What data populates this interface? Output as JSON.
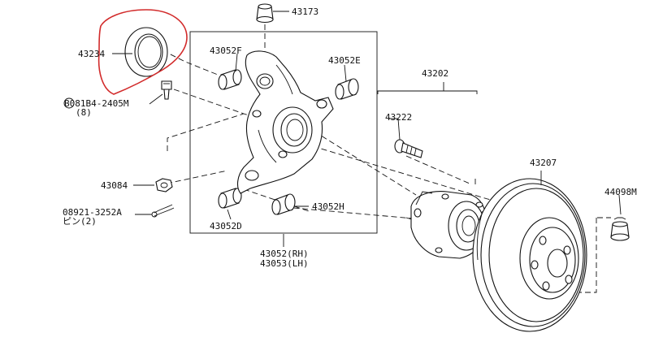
{
  "colors": {
    "highlight": "#d22b2b",
    "line": "#111111"
  },
  "labels": {
    "p43173": "43173",
    "p43234": "43234",
    "p43052F": "43052F",
    "p43052E": "43052E",
    "p43202": "43202",
    "bolt_line1": "B081B4-2405M",
    "bolt_line2": "(8)",
    "p43222": "43222",
    "p43207": "43207",
    "p43084": "43084",
    "p44098M": "44098M",
    "pin_line1": "08921-3252A",
    "pin_line2": "ピン(2)",
    "p43052D": "43052D",
    "p43052H": "43052H",
    "knuckle_rh": "43052(RH)",
    "knuckle_lh": "43053(LH)"
  },
  "icons": [
    "seal-ring-icon",
    "bushing-icon",
    "bolt-icon",
    "nut-icon",
    "cotter-pin-icon",
    "hub-bearing-icon",
    "brake-disc-icon",
    "cap-icon"
  ]
}
